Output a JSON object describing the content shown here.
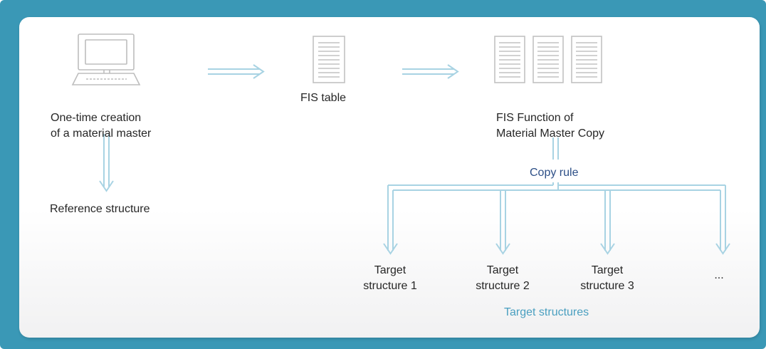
{
  "source": {
    "line1": "One-time creation",
    "line2": "of a material master"
  },
  "fis_table": "FIS table",
  "fis_function": {
    "line1": "FIS Function of",
    "line2": "Material Master Copy"
  },
  "reference": "Reference structure",
  "copy_rule": "Copy rule",
  "targets": [
    {
      "line1": "Target",
      "line2": "structure 1"
    },
    {
      "line1": "Target",
      "line2": "structure 2"
    },
    {
      "line1": "Target",
      "line2": "structure 3"
    },
    {
      "line1": "..."
    }
  ],
  "targets_caption": "Target structures",
  "colors": {
    "frame": "#3a98b6",
    "arrow": "#a8d3e3",
    "icon": "#c2c2c2",
    "copy_rule_text": "#2d4f87",
    "caption_text": "#4a9fc0"
  },
  "icons": [
    "computer-icon",
    "document-icon",
    "document-stack-icon"
  ]
}
